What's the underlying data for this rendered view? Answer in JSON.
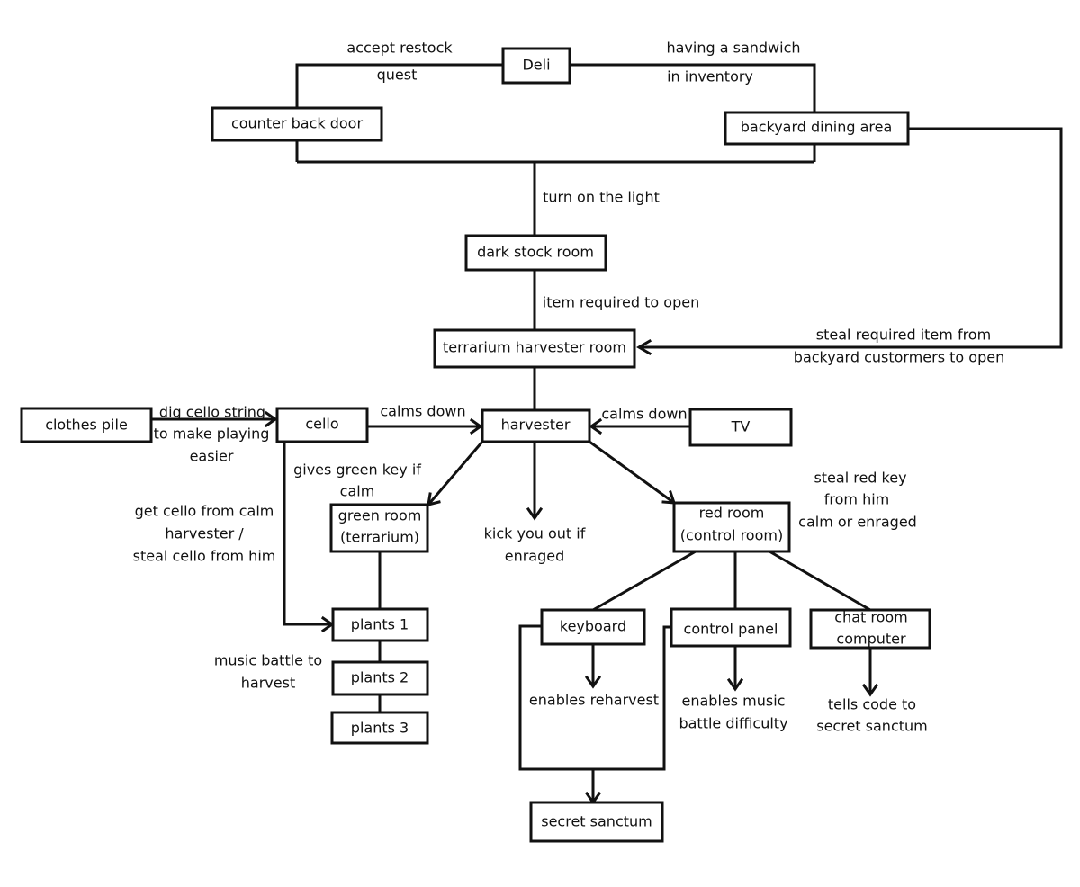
{
  "nodes": {
    "deli": "Deli",
    "counter_back_door": "counter back door",
    "backyard_dining_area": "backyard dining area",
    "dark_stock_room": "dark stock room",
    "terrarium_harvester_room": "terrarium harvester room",
    "clothes_pile": "clothes pile",
    "cello": "cello",
    "harvester": "harvester",
    "tv": "TV",
    "green_room": [
      "green room",
      "(terrarium)"
    ],
    "red_room": [
      "red room",
      "(control room)"
    ],
    "plants_1": "plants 1",
    "plants_2": "plants 2",
    "plants_3": "plants 3",
    "keyboard": "keyboard",
    "control_panel": "control panel",
    "chat_room_computer": [
      "chat room",
      "computer"
    ],
    "secret_sanctum": "secret sanctum"
  },
  "labels": {
    "accept_restock_quest": [
      "accept restock",
      "quest"
    ],
    "having_a_sandwich": [
      "having a sandwich",
      "in inventory"
    ],
    "turn_on_the_light": "turn on the light",
    "item_required_to_open": "item required to open",
    "steal_required_item": [
      "steal required item from",
      "backyard custormers to open"
    ],
    "dig_cello_string": [
      "dig cello string",
      "to make playing",
      "easier"
    ],
    "calms_down_cello": "calms down",
    "calms_down_tv": "calms down",
    "gives_green_key": [
      "gives green key if",
      "calm"
    ],
    "get_cello": [
      "get cello from calm",
      "harvester /",
      "steal cello from him"
    ],
    "kick_you_out": [
      "kick you out if",
      "enraged"
    ],
    "steal_red_key": [
      "steal red key",
      "from him",
      "calm or enraged"
    ],
    "music_battle": [
      "music battle to",
      "harvest"
    ],
    "enables_reharvest": "enables reharvest",
    "enables_music_battle": [
      "enables music",
      "battle difficulty"
    ],
    "tells_code": [
      "tells code to",
      "secret sanctum"
    ]
  }
}
